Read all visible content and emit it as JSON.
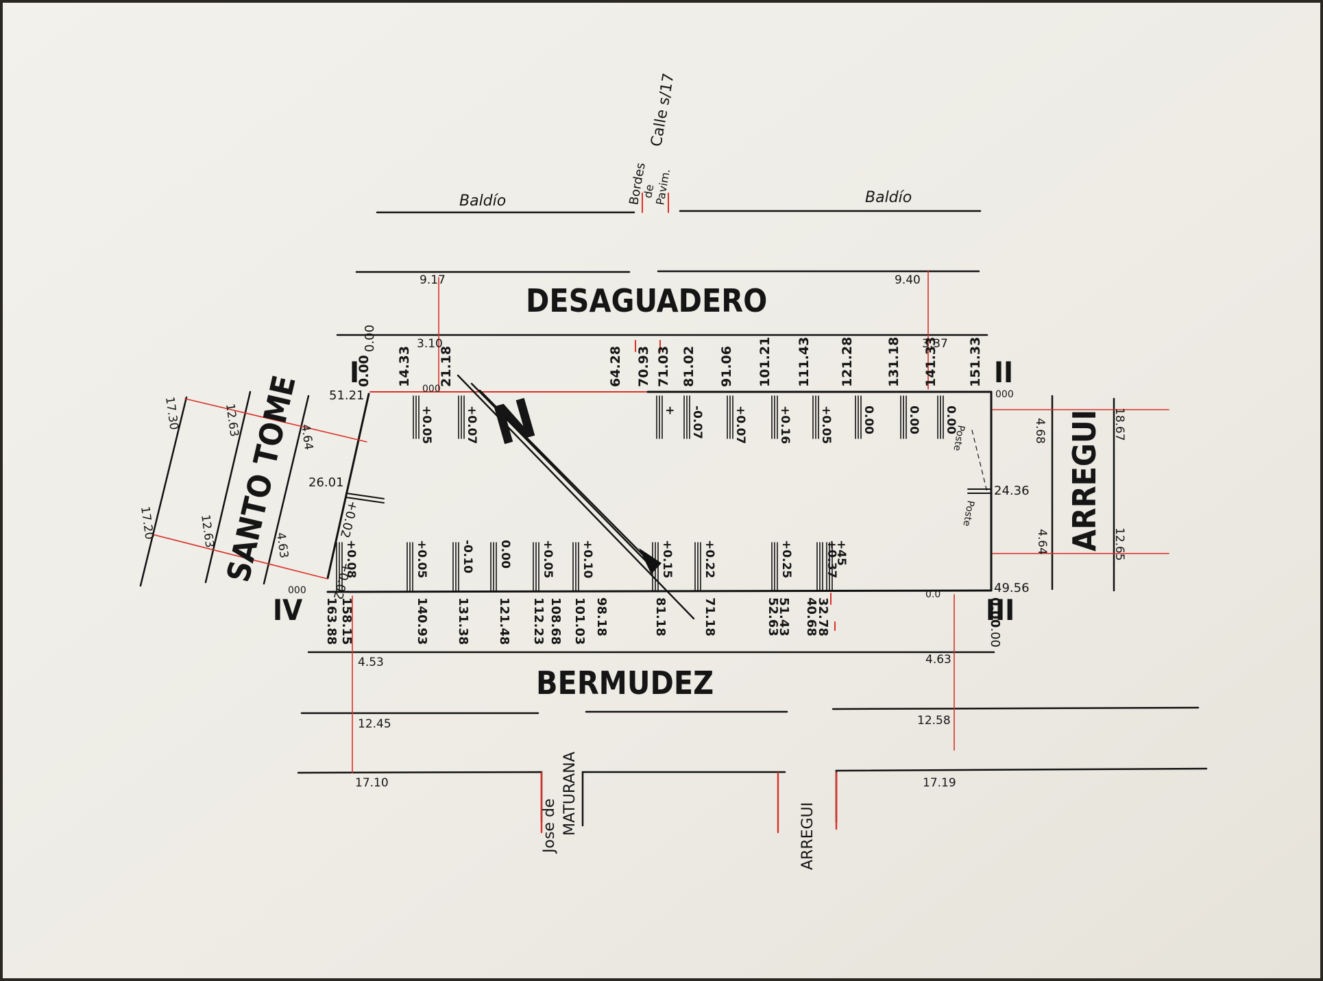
{
  "streets": {
    "desaguadero": "DESAGUADERO",
    "bermudez": "BERMUDEZ",
    "santo_tome": "SANTO TOME",
    "arregui": "ARREGUI",
    "arregui_bottom": "ARREGUI",
    "jose_de": "Jose de",
    "maturana": "MATURANA"
  },
  "top_notes": {
    "calle": "Calle s/17",
    "bordes": "Bordes",
    "de": "de",
    "pavim": "Pavim.",
    "baldio_left": "Baldío",
    "baldio_right": "Baldío"
  },
  "corners": {
    "c1": "I",
    "c2": "II",
    "c3": "III",
    "c4": "IV"
  },
  "north_symbol": "N",
  "offsets": {
    "top_left_9": "9.17",
    "top_right_9": "9.40",
    "top_left_3": "3.10",
    "top_right_3": "3.37",
    "bot_left_4": "4.53",
    "bot_right_4": "4.63",
    "bot_left_12": "12.45",
    "bot_right_12": "12.58",
    "bot_left_17": "17.10",
    "bot_right_17": "17.19",
    "left_1730": "17.30",
    "left_1720": "17.20",
    "left_1263a": "12.63",
    "left_1263b": "12.63",
    "left_464": "4.64",
    "left_463": "4.63",
    "right_468": "4.68",
    "right_464": "4.64",
    "right_1867": "18.67",
    "right_1265": "12.65"
  },
  "stations_top": [
    "0.00",
    "14.33",
    "21.18",
    "64.28",
    "70.93",
    "71.03",
    "81.02",
    "91.06",
    "101.21",
    "111.43",
    "121.28",
    "131.18",
    "141.33",
    "151.33"
  ],
  "levels_top": [
    "+0.05",
    "+0.07",
    "+",
    "-0.07",
    "+0.07",
    "+0.16",
    "+0.05",
    "0.00",
    "0.00",
    "0.00"
  ],
  "stations_bottom": [
    "158.15",
    "163.88",
    "140.93",
    "131.38",
    "121.48",
    "112.23",
    "108.68",
    "101.03",
    "98.18",
    "81.18",
    "71.18",
    "52.63",
    "51.43",
    "32.78",
    "40.68",
    "0.00"
  ],
  "levels_bottom": [
    "+0.08",
    "+0.05",
    "-0.10",
    "0.00",
    "+0.05",
    "+0.10",
    "+0.15",
    "+0.22",
    "+0.25",
    "+0.37",
    "+45"
  ],
  "side": {
    "corner1_value": "51.21",
    "corner3_value": "49.56",
    "left_mid": "26.01",
    "left_mid_level": "+0.02",
    "left_low_level": "+0.02",
    "right_mid": "24.36",
    "poste1": "Poste",
    "poste2": "Poste",
    "zero": "0.00",
    "dots": "000",
    "dots_b": "0.0"
  }
}
